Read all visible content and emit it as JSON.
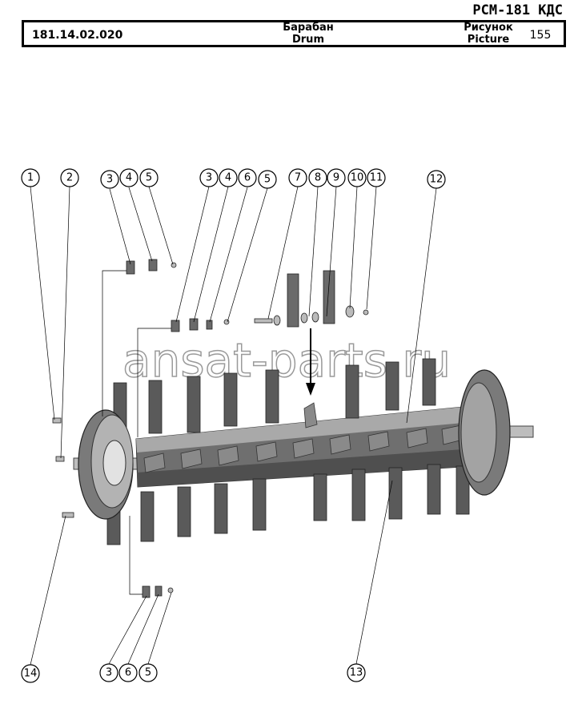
{
  "model": "РСМ-181 КДС",
  "header": {
    "code": "181.14.02.020",
    "title_ru": "Барабан",
    "title_en": "Drum",
    "picture_ru": "Рисунок",
    "picture_en": "Picture",
    "picture_number": "155"
  },
  "watermark": "ansat-parts.ru",
  "callouts": {
    "c1": "1",
    "c2": "2",
    "c3a": "3",
    "c4a": "4",
    "c5a": "5",
    "c3b": "3",
    "c4b": "4",
    "c6b": "6",
    "c5b": "5",
    "c7": "7",
    "c8": "8",
    "c9": "9",
    "c10": "10",
    "c11": "11",
    "c12": "12",
    "c14": "14",
    "c3c": "3",
    "c6c": "6",
    "c5c": "5",
    "c13": "13"
  }
}
